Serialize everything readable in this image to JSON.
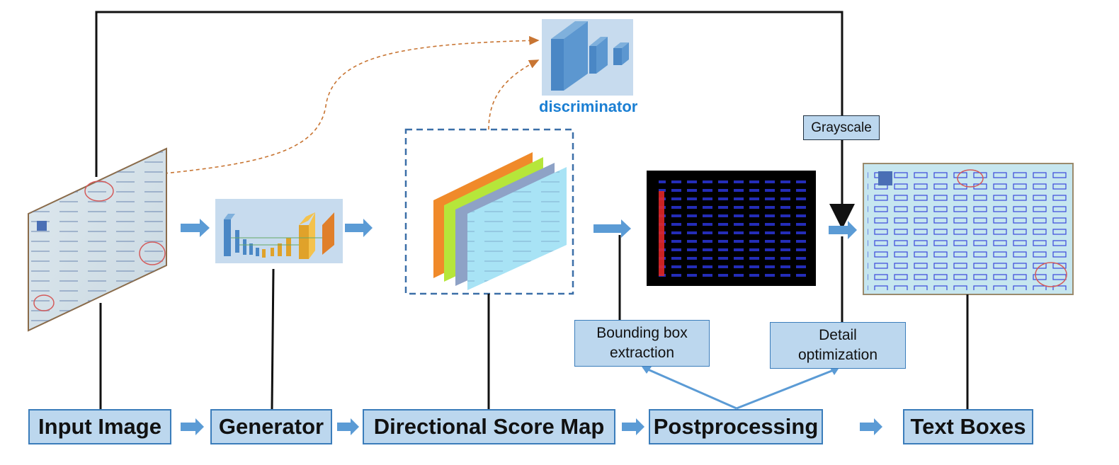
{
  "pipeline": {
    "stages": [
      {
        "label": "Input Image"
      },
      {
        "label": "Generator"
      },
      {
        "label": "Directional Score Map"
      },
      {
        "label": "Postprocessing"
      },
      {
        "label": "Text Boxes"
      }
    ]
  },
  "sub_steps": {
    "bounding_box": "Bounding box extraction",
    "detail_optimization": "Detail optimization",
    "grayscale": "Grayscale"
  },
  "discriminator": {
    "label": "discriminator"
  },
  "colors": {
    "box_fill": "#bcd7ee",
    "box_border": "#3b7dbb",
    "arrow_blue": "#5b9bd5",
    "dashed_orange": "#c87533",
    "score_orange": "#f08a2a",
    "score_green": "#b6e63a",
    "score_slate": "#8ea2c6",
    "score_light": "#a8e3f5",
    "discriminator_text": "#1b7fd3"
  }
}
